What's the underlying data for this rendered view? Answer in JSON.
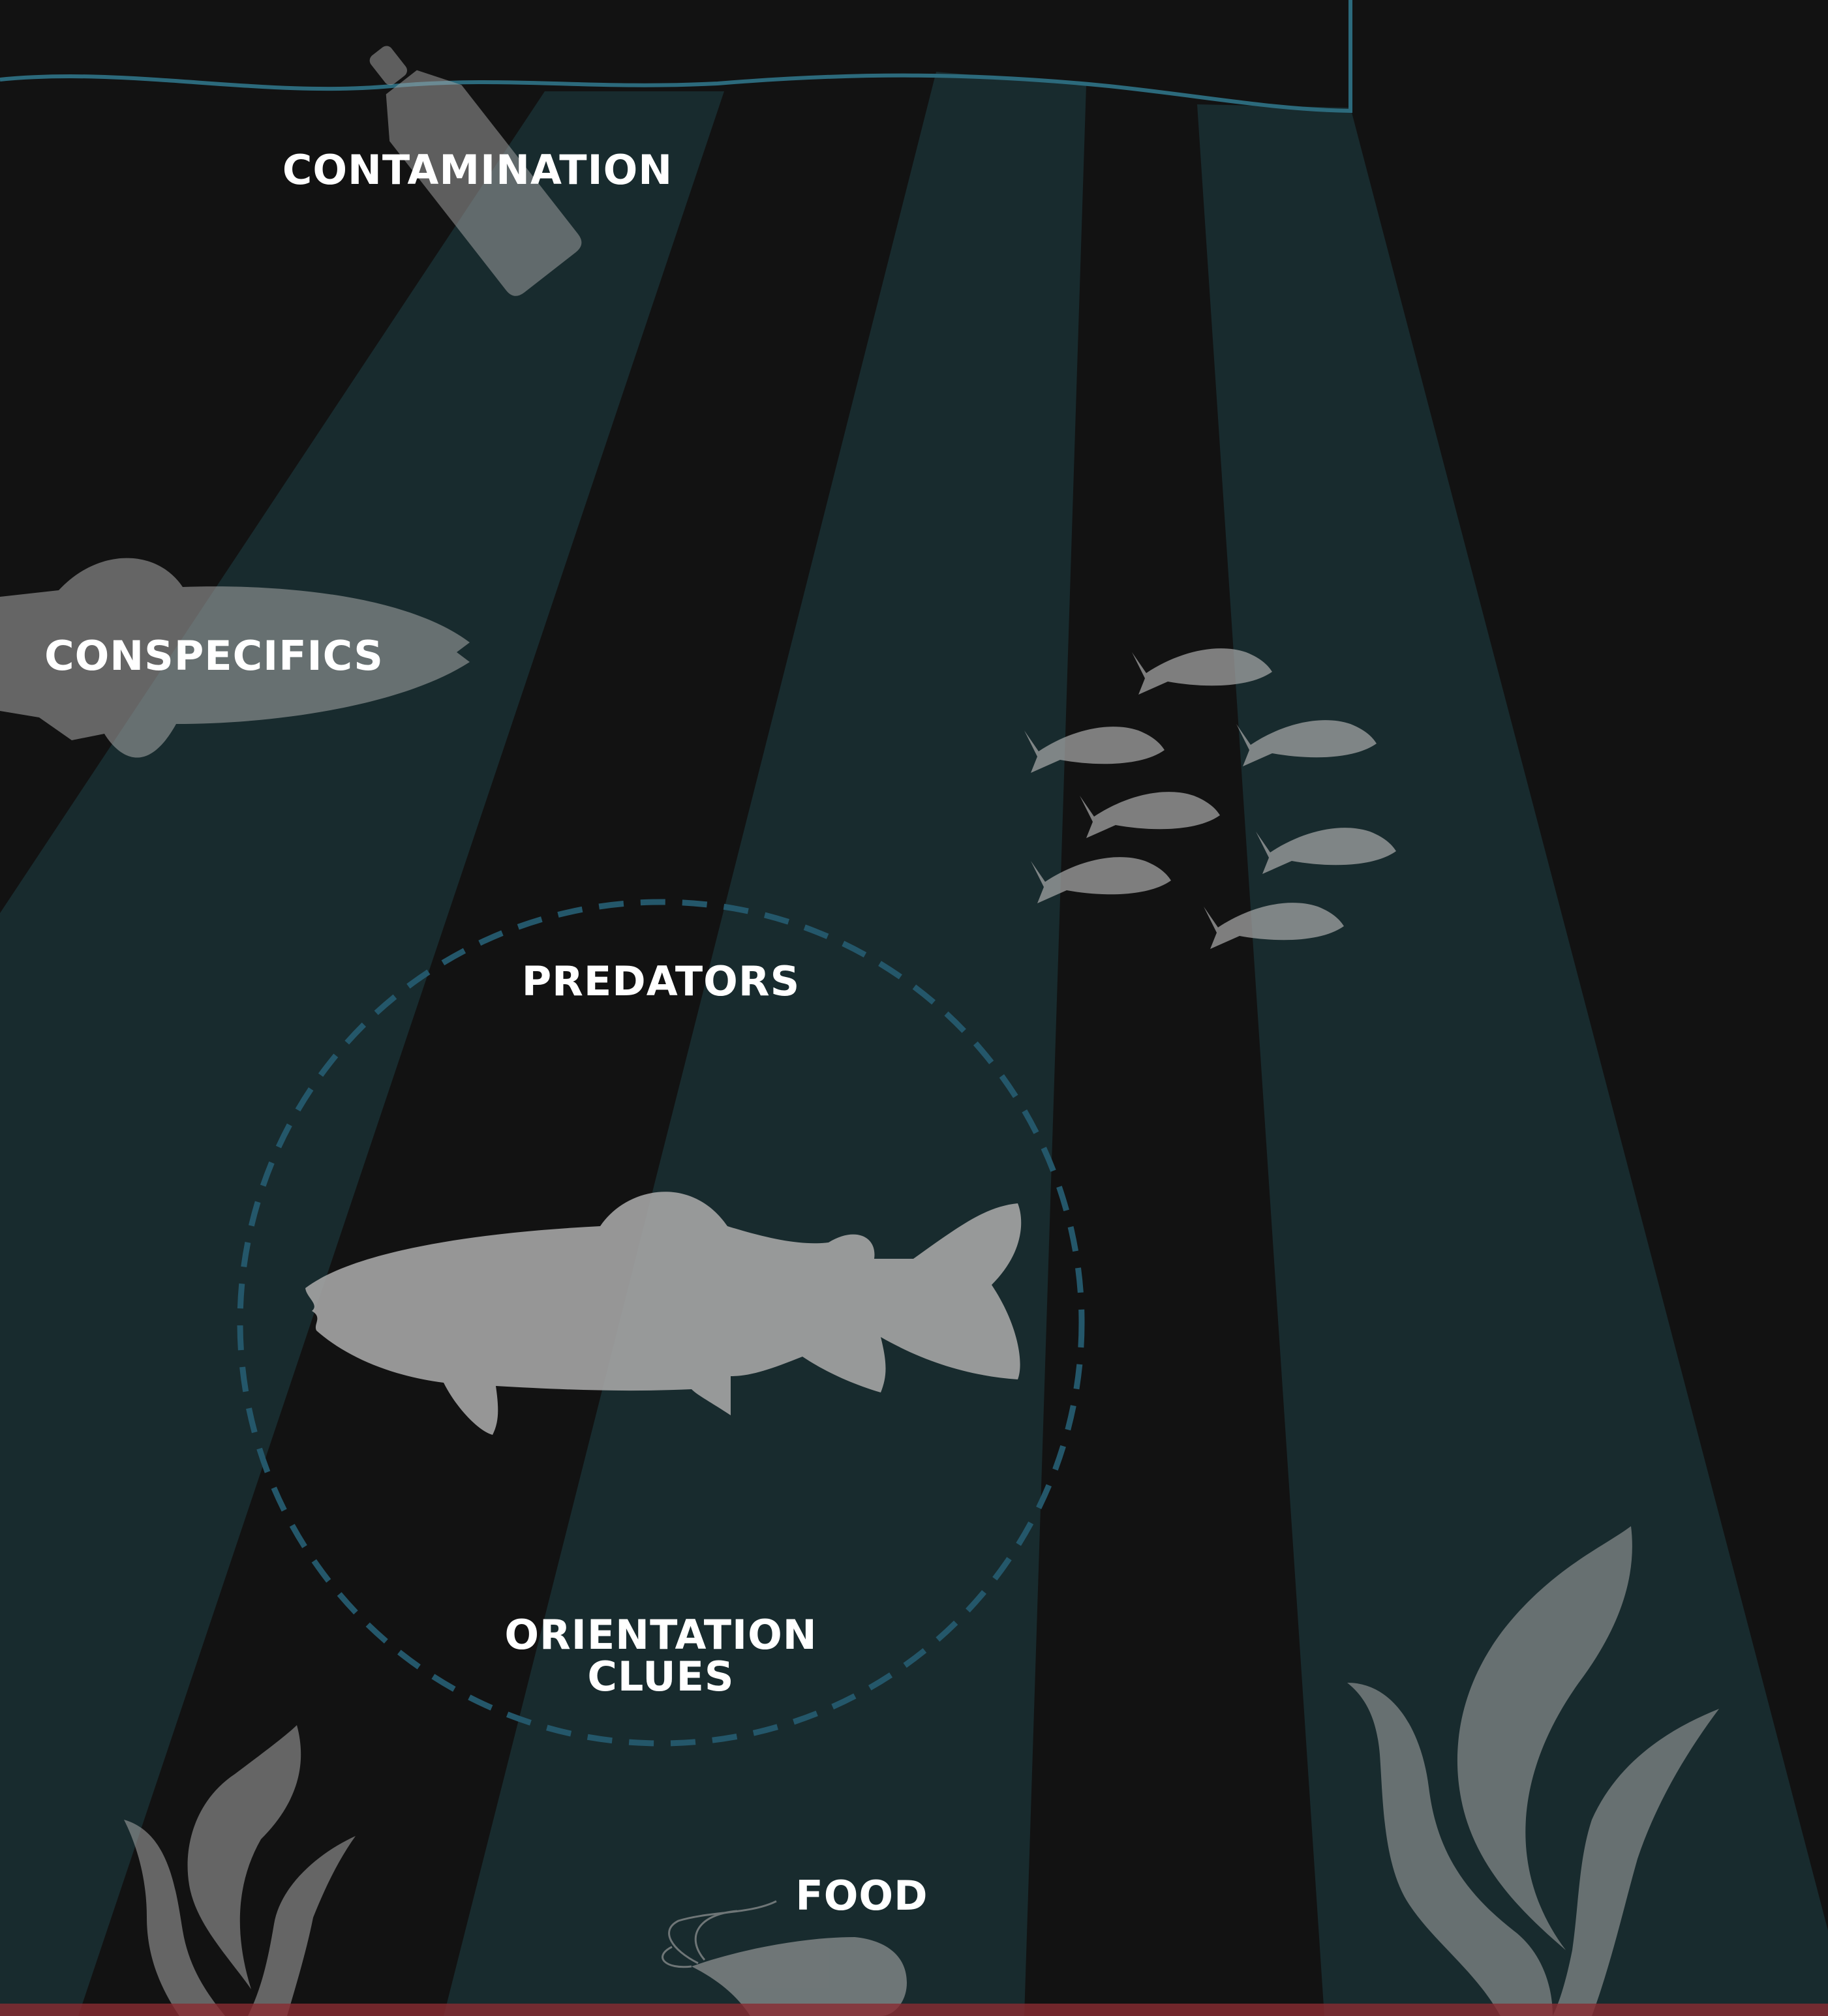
{
  "labels": {
    "contamination": "CONTAMINATION",
    "conspecifics": "CONSPECIFICS",
    "predators": "PREDATORS",
    "orientation_line1": "ORIENTATION",
    "orientation_line2": "CLUES",
    "food": "FOOD"
  },
  "colors": {
    "background": "#121212",
    "light_beam": "#1a3236",
    "water_line": "#2c6a7c",
    "dashed_circle": "#24576a",
    "silhouette": "#a9a9a9",
    "bottom_bar": "#8a2c32"
  },
  "icons": [
    "bottle-icon",
    "conspecific-fish-icon",
    "fish-school-icon",
    "trout-icon",
    "seaweed-icon",
    "shrimp-icon"
  ]
}
